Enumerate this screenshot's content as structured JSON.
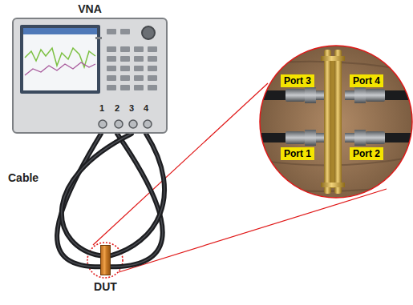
{
  "diagram": {
    "nodes": [
      {
        "text": [
          "VNA"
        ]
      },
      {
        "text": [
          "DUT"
        ]
      },
      {
        "text": [
          "Port 3"
        ]
      },
      {
        "text": [
          "Port 4"
        ]
      },
      {
        "text": [
          "Port 1"
        ]
      },
      {
        "text": [
          "Port 2"
        ]
      }
    ],
    "edges": [
      {
        "from": 0,
        "to": 1,
        "arrow": "none"
      },
      {
        "from": 0,
        "to": 1,
        "arrow": "none"
      },
      {
        "from": 0,
        "to": 1,
        "arrow": "none"
      },
      {
        "from": 0,
        "to": 1,
        "arrow": "none"
      }
    ],
    "labels": [
      "1",
      "2",
      "3",
      "4",
      "Cable"
    ]
  }
}
